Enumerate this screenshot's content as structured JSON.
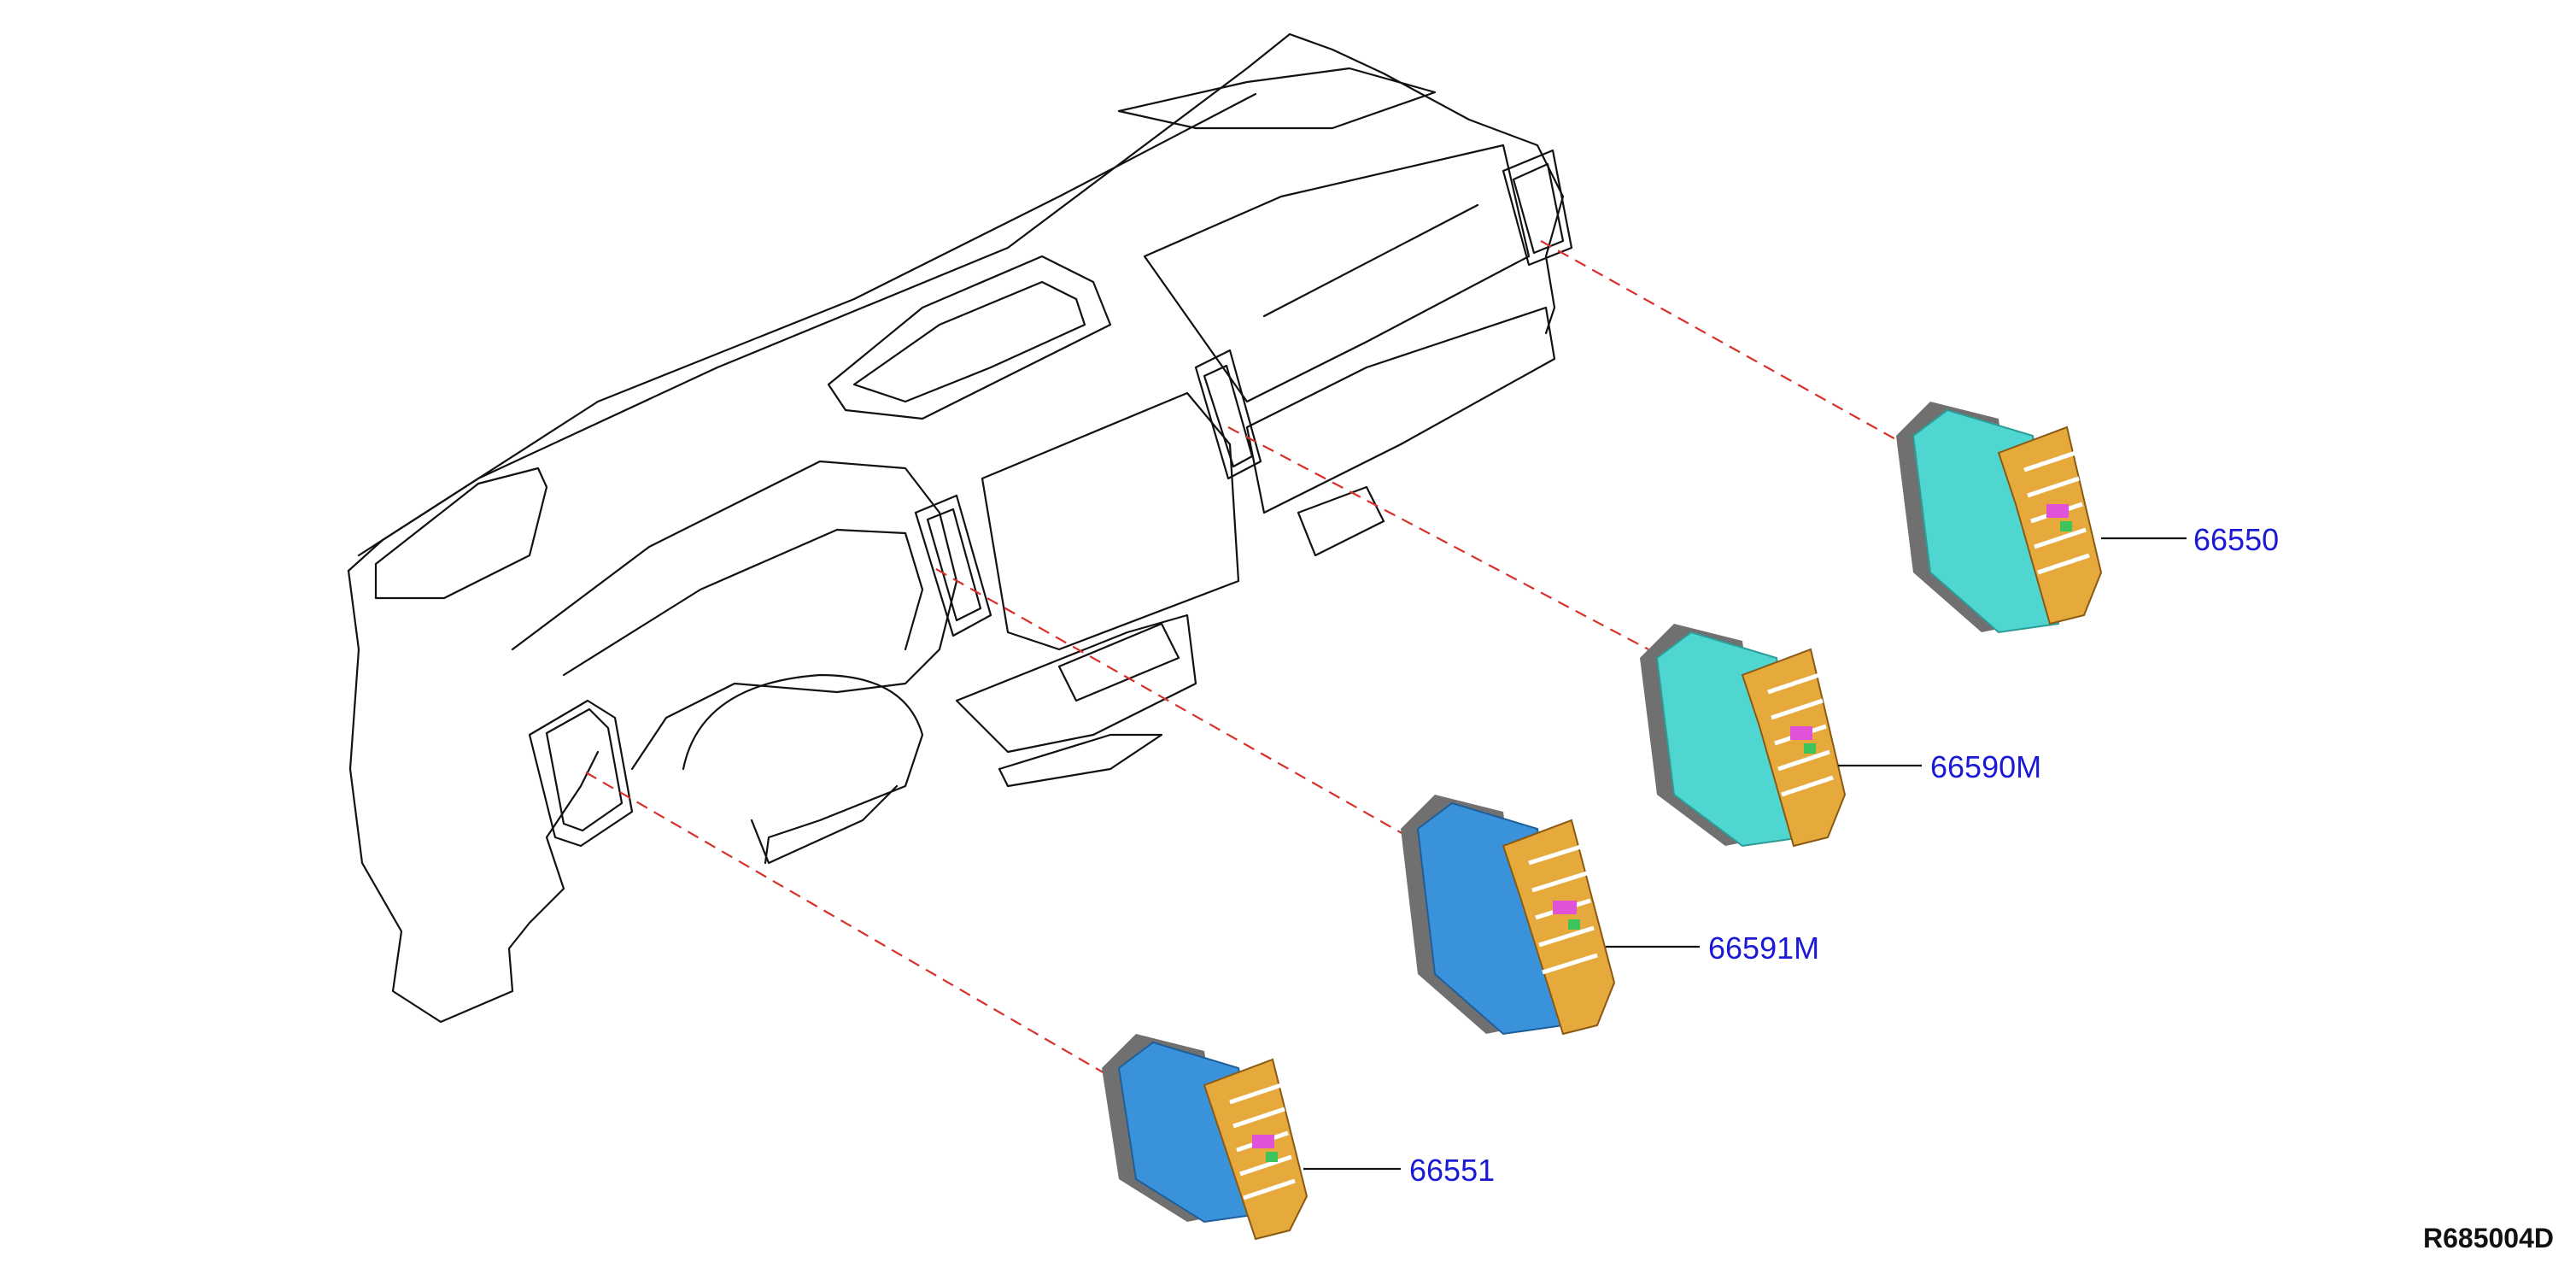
{
  "colors": {
    "callout_text": "#1a1ad6",
    "ref_text": "#111111",
    "dashed_line": "#d8302a",
    "vent_frame": "#e5a93c",
    "duct_cyan": "#4fd6d0",
    "duct_blue": "#3a92db",
    "gasket": "#707070",
    "knob_pink": "#e052d8",
    "knob_green": "#3cc45a"
  },
  "icons": [
    "instrument-panel-outline",
    "vent-assembly"
  ],
  "parts": [
    {
      "id": "66550"
    },
    {
      "id": "66590M"
    },
    {
      "id": "66591M"
    },
    {
      "id": "66551"
    }
  ],
  "reference": {
    "code": "R685004D"
  }
}
